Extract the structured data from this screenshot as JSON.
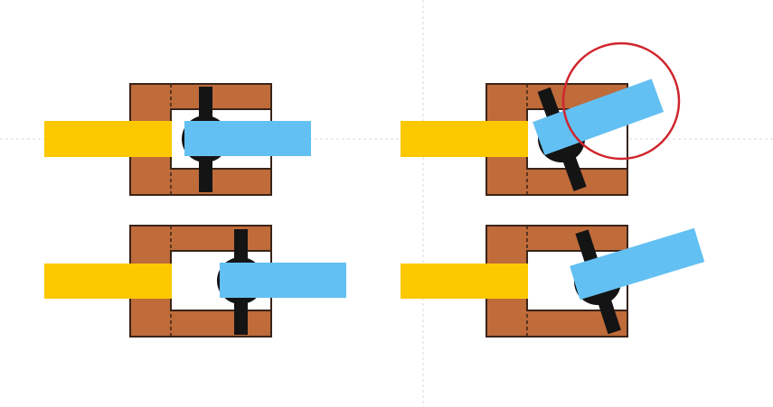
{
  "colors": {
    "background": "#ffffff",
    "guide_line": "#d9d9d9",
    "frame_fill": "#bf6b3a",
    "frame_stroke": "#3a2418",
    "yellow_arm": "#fcc800",
    "blue_arm": "#63c0f2",
    "pin_black": "#141414",
    "highlight_ring": "#d0262f",
    "slot_white": "#ffffff"
  },
  "panels": [
    {
      "name": "panel-top-left",
      "arm_state": "retracted-straight"
    },
    {
      "name": "panel-top-right",
      "arm_state": "retracted-tilted",
      "highlighted": true
    },
    {
      "name": "panel-bottom-left",
      "arm_state": "extended-straight"
    },
    {
      "name": "panel-bottom-right",
      "arm_state": "extended-tilted"
    }
  ],
  "guides": {
    "horizontal": "dashed",
    "vertical": "dashed"
  }
}
